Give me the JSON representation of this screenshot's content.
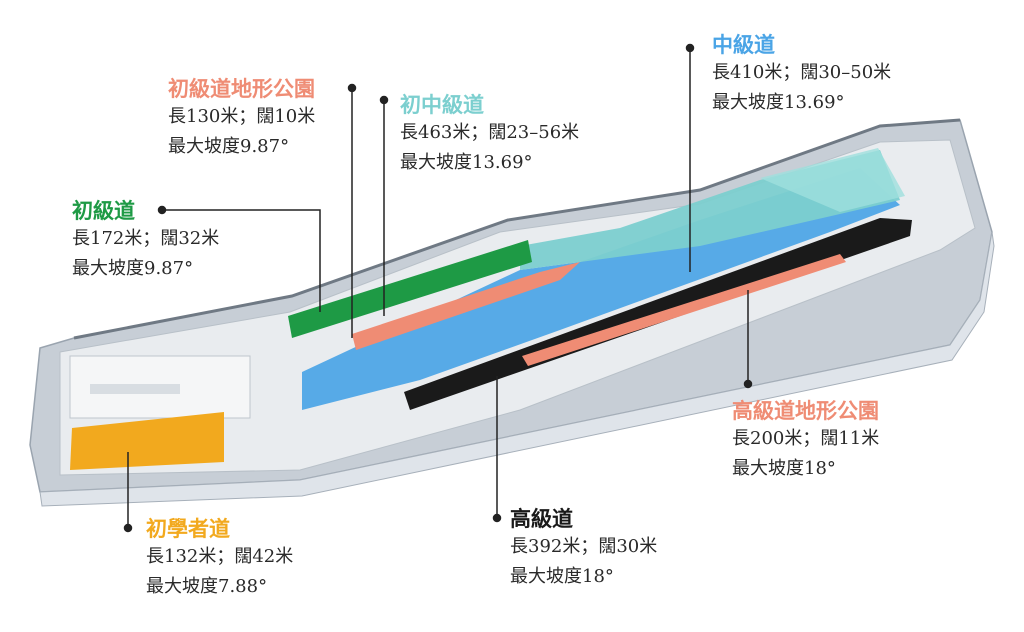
{
  "colors": {
    "chuji": "#1e9a45",
    "chuji_terrain": "#ef8c74",
    "chuzhong": "#7ccfcf",
    "zhongji": "#4aa4e6",
    "gaoji": "#1a1a1a",
    "gaoji_terrain": "#ef8c74",
    "chuxue": "#f2a91e",
    "text": "#2a2a2a"
  },
  "trails": [
    {
      "id": "chuji_terrain",
      "name": "初級道地形公園",
      "dims": "長130米；闊10米",
      "slope": "最大坡度9.87°",
      "color": "#ef8c74"
    },
    {
      "id": "chuzhong",
      "name": "初中級道",
      "dims": "長463米；闊23–56米",
      "slope": "最大坡度13.69°",
      "color": "#7ccfcf"
    },
    {
      "id": "zhongji",
      "name": "中級道",
      "dims": "長410米；闊30–50米",
      "slope": "最大坡度13.69°",
      "color": "#4aa4e6"
    },
    {
      "id": "chuji",
      "name": "初級道",
      "dims": "長172米；闊32米",
      "slope": "最大坡度9.87°",
      "color": "#1e9a45"
    },
    {
      "id": "gaoji_terrain",
      "name": "高級道地形公園",
      "dims": "長200米；闊11米",
      "slope": "最大坡度18°",
      "color": "#ef8c74"
    },
    {
      "id": "gaoji",
      "name": "高級道",
      "dims": "長392米；闊30米",
      "slope": "最大坡度18°",
      "color": "#1a1a1a"
    },
    {
      "id": "chuxue",
      "name": "初學者道",
      "dims": "長132米；闊42米",
      "slope": "最大坡度7.88°",
      "color": "#f2a91e"
    }
  ]
}
